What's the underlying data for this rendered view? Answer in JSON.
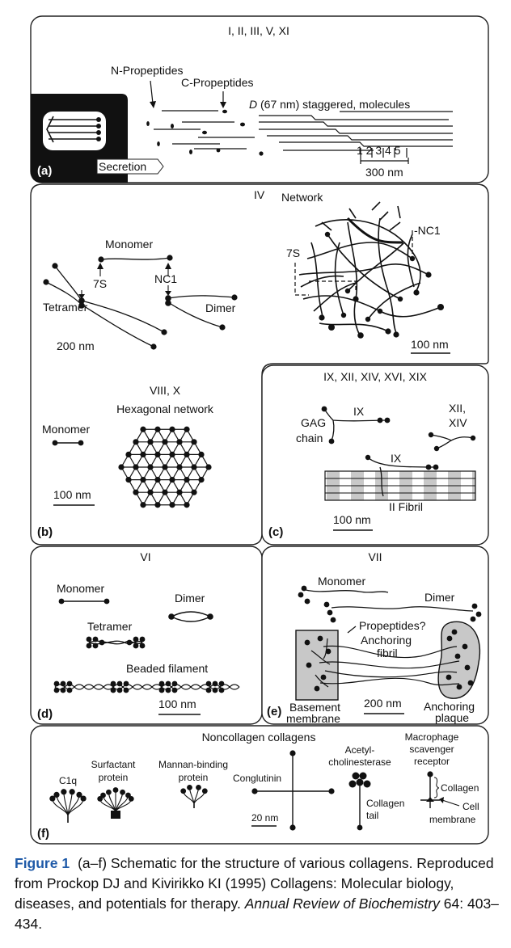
{
  "panel_a": {
    "types": "I, II, III, V, XI",
    "n_propeptides": "N-Propeptides",
    "c_propeptides": "C-Propeptides",
    "staggered_d": "D",
    "staggered_rest": " (67 nm) staggered, molecules",
    "ticks": "1 2 3 4 5",
    "scale": "300 nm",
    "secretion": "Secretion",
    "label": "(a)"
  },
  "panel_b": {
    "types_top": "IV",
    "network": "Network",
    "nc1_right": "NC1",
    "s7_right": "7S",
    "monomer": "Monomer",
    "s7_left": "7S",
    "nc1_left": "NC1",
    "tetramer": "Tetramer",
    "dimer": "Dimer",
    "scale_left": "200 nm",
    "scale_right": "100 nm",
    "types_bottom": "VIII, X",
    "hexagonal": "Hexagonal network",
    "monomer2": "Monomer",
    "scale_bottom": "100 nm",
    "label": "(b)"
  },
  "panel_c": {
    "types": "IX, XII, XIV, XVI, XIX",
    "ix_top": "IX",
    "gag1": "GAG",
    "gag2": "chain",
    "xii": "XII,",
    "xiv": "XIV",
    "ix_bottom": "IX",
    "fibril": "II Fibril",
    "scale": "100 nm",
    "label": "(c)"
  },
  "panel_d": {
    "types": "VI",
    "monomer": "Monomer",
    "dimer": "Dimer",
    "tetramer": "Tetramer",
    "beaded": "Beaded filament",
    "scale": "100 nm",
    "label": "(d)"
  },
  "panel_e": {
    "types": "VII",
    "monomer": "Monomer",
    "dimer": "Dimer",
    "propeptides": "Propeptides?",
    "anchoring_fibril1": "Anchoring",
    "anchoring_fibril2": "fibril",
    "basement1": "Basement",
    "basement2": "membrane",
    "scale": "200 nm",
    "plaque1": "Anchoring",
    "plaque2": "plaque",
    "label": "(e)"
  },
  "panel_f": {
    "title": "Noncollagen collagens",
    "c1q": "C1q",
    "surfactant1": "Surfactant",
    "surfactant2": "protein",
    "mannan1": "Mannan-binding",
    "mannan2": "protein",
    "conglutinin": "Conglutinin",
    "acetyl1": "Acetyl-",
    "acetyl2": "cholinesterase",
    "macro1": "Macrophage",
    "macro2": "scavenger",
    "macro3": "receptor",
    "collagen": "Collagen",
    "collagen_tail1": "Collagen",
    "collagen_tail2": "tail",
    "cell1": "Cell",
    "cell2": "membrane",
    "scale": "20 nm",
    "label": "(f)"
  },
  "caption": {
    "figure_label": "Figure 1",
    "text": "(a–f) Schematic for the structure of various collagens. Reproduced from Prockop DJ and Kivirikko KI (1995) Collagens: Molecular biology, diseases, and potentials for therapy. ",
    "journal": "Annual Review of Biochemistry",
    "citation": " 64: 403–434."
  },
  "colors": {
    "accent": "#1f5aa8",
    "line": "#111111",
    "fill_gray": "#c8c8c8"
  }
}
